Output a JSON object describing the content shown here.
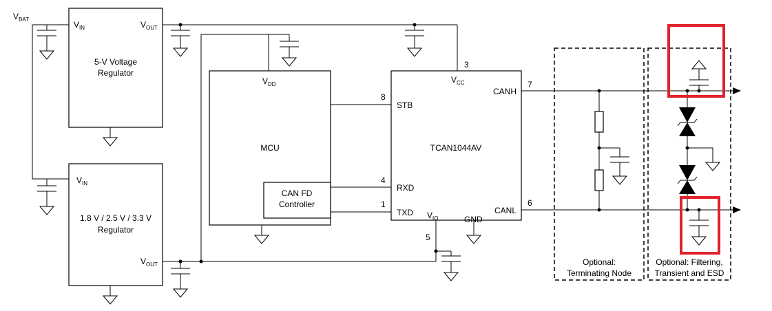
{
  "labels": {
    "vbat": "V",
    "vbat_sub": "BAT",
    "reg1_vin": "V",
    "reg1_vin_sub": "IN",
    "reg1_vout": "V",
    "reg1_vout_sub": "OUT",
    "reg1_name_l1": "5-V Voltage",
    "reg1_name_l2": "Regulator",
    "reg2_vin": "V",
    "reg2_vin_sub": "IN",
    "reg2_vout": "V",
    "reg2_vout_sub": "OUT",
    "reg2_name_l1": "1.8 V / 2.5 V / 3.3 V",
    "reg2_name_l2": "Regulator",
    "mcu_name": "MCU",
    "mcu_vdd": "V",
    "mcu_vdd_sub": "DD",
    "canfd_l1": "CAN FD",
    "canfd_l2": "Controller",
    "tcan_name": "TCAN1044AV",
    "tcan_vcc": "V",
    "tcan_vcc_sub": "CC",
    "tcan_vio": "V",
    "tcan_vio_sub": "IO",
    "stb": "STB",
    "rxd": "RXD",
    "txd": "TXD",
    "gnd": "GND",
    "canh": "CANH",
    "canl": "CANL",
    "pin3": "3",
    "pin8": "8",
    "pin4": "4",
    "pin1": "1",
    "pin5": "5",
    "pin7": "7",
    "pin6": "6",
    "term_l1": "Optional:",
    "term_l2": "Terminating Node",
    "filt_l1": "Optional: Filtering,",
    "filt_l2": "Transient and ESD"
  },
  "colors": {
    "highlight": "#e0232b",
    "line": "#000000"
  }
}
